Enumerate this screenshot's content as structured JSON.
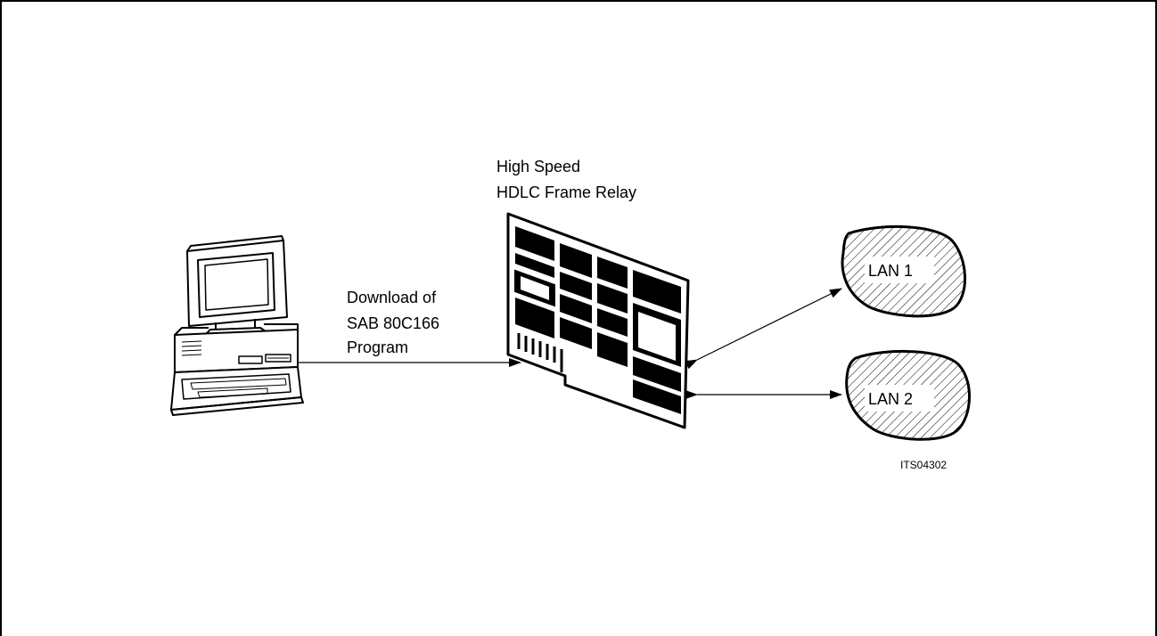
{
  "figure": {
    "card_label": [
      "High Speed",
      "HDLC Frame Relay"
    ],
    "download_label": [
      "Download of",
      "SAB 80C166",
      "Program"
    ],
    "lan1_label": "LAN 1",
    "lan2_label": "LAN 2",
    "figure_id": "ITS04302"
  },
  "colors": {
    "line": "#000000",
    "background": "#ffffff"
  }
}
